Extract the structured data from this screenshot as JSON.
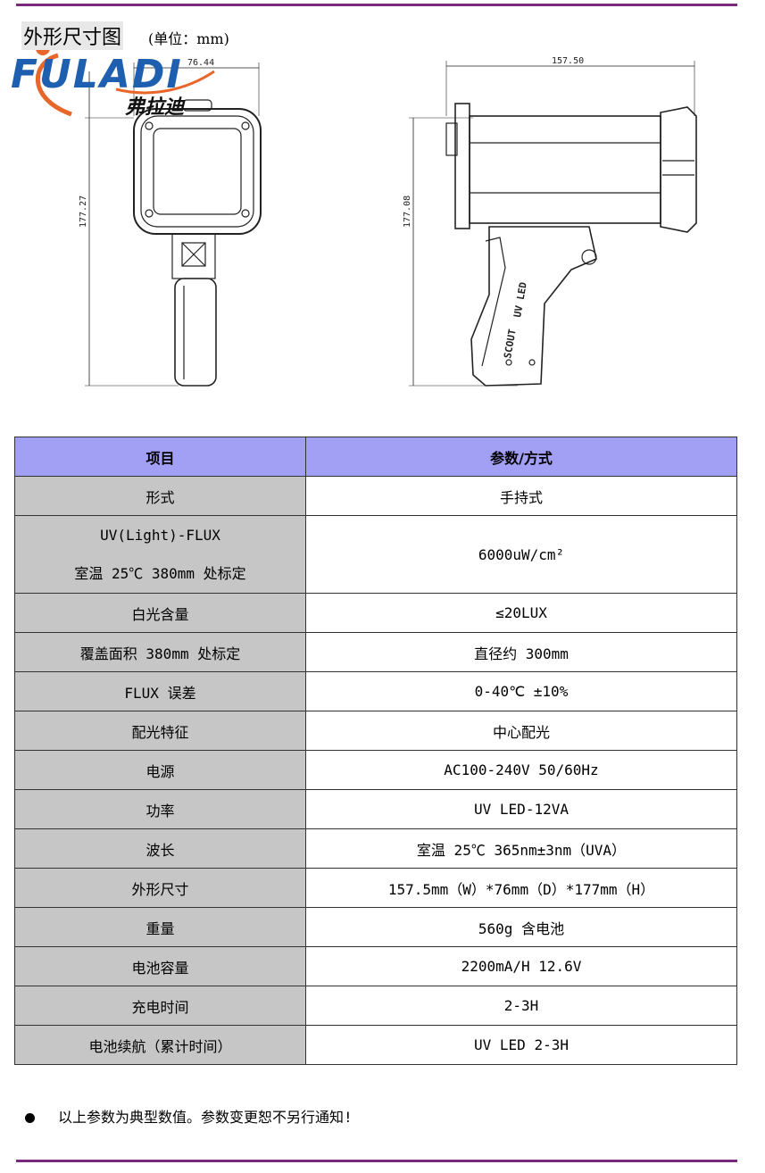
{
  "header": {
    "section_title": "外形尺寸图",
    "unit": "(单位：mm)"
  },
  "logo": {
    "latin": "FULADI",
    "chinese": "弗拉迪"
  },
  "drawing": {
    "front_width_label": "76.44",
    "front_height_label": "177.27",
    "side_width_label": "157.50",
    "side_height_label": "177.08",
    "grip_text_1": "UV LED",
    "grip_text_2": "SCOUT"
  },
  "table": {
    "headers": [
      "项目",
      "参数/方式"
    ],
    "rows": [
      {
        "key": "形式",
        "value": "手持式"
      },
      {
        "key_lines": [
          "UV(Light)-FLUX",
          "室温 25℃  380mm 处标定"
        ],
        "value": "6000uW/cm²"
      },
      {
        "key": "白光含量",
        "value": "≤20LUX"
      },
      {
        "key": "覆盖面积 380mm 处标定",
        "value": "直径约 300mm"
      },
      {
        "key": "FLUX 误差",
        "value": "0-40℃  ±10%"
      },
      {
        "key": "配光特征",
        "value": "中心配光"
      },
      {
        "key": "电源",
        "value": "AC100-240V   50/60Hz"
      },
      {
        "key": "功率",
        "value": "UV LED-12VA"
      },
      {
        "key": "波长",
        "value": "室温 25℃    365nm±3nm（UVA）"
      },
      {
        "key": "外形尺寸",
        "value": "157.5mm（W）*76mm（D）*177mm（H）"
      },
      {
        "key": "重量",
        "value": "560g 含电池"
      },
      {
        "key": "电池容量",
        "value": "2200mA/H 12.6V"
      },
      {
        "key": "充电时间",
        "value": "2-3H"
      },
      {
        "key": "电池续航（累计时间）",
        "value": "UV LED  2-3H"
      }
    ]
  },
  "note": "以上参数为典型数值。参数变更恕不另行通知!",
  "colors": {
    "rule": "#7a2a7a",
    "header_bg": "#a2a0f5",
    "key_bg": "#c6c6c6",
    "logo_blue": "#1f5fb0",
    "logo_orange": "#e8662a"
  }
}
